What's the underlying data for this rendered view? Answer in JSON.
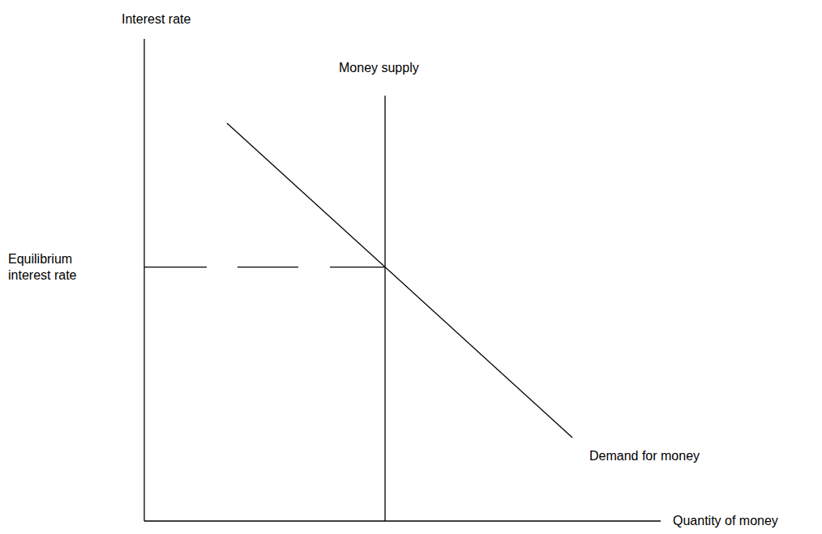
{
  "diagram": {
    "labels": [
      "Interest rate",
      "Money supply",
      "Equilibrium interest rate",
      "Demand for money",
      "Quantity of money"
    ]
  }
}
